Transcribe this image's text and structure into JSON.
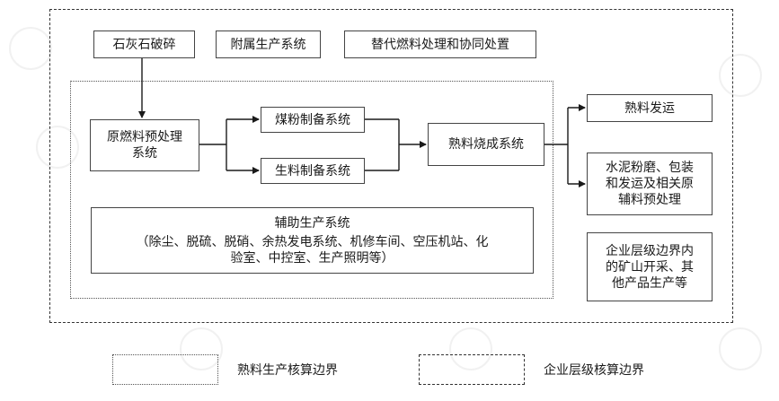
{
  "nodes": {
    "limestone_crushing": "石灰石破碎",
    "auxiliary_production_system": "附属生产系统",
    "alternative_fuel": "替代燃料处理和协同处置",
    "raw_fuel_pretreatment": [
      "原燃料预处理",
      "系统"
    ],
    "coal_mill_system": "煤粉制备系统",
    "raw_meal_system": "生料制备系统",
    "clinker_burning_system": "熟料烧成系统",
    "auxiliary_system_title": "辅助生产系统",
    "auxiliary_system_detail": [
      "（除尘、脱硫、脱硝、余热发电系统、机修车间、空压机站、化",
      "验室、中控室、生产照明等）"
    ],
    "clinker_dispatch": "熟料发运",
    "cement_grinding": [
      "水泥粉磨、包装",
      "和发运及相关原",
      "辅料预处理"
    ],
    "enterprise_mining": [
      "企业层级边界内",
      "的矿山开采、其",
      "他产品生产等"
    ]
  },
  "legend": {
    "clinker_boundary": "熟料生产核算边界",
    "enterprise_boundary": "企业层级核算边界"
  },
  "colors": {
    "line": "#333333",
    "watermark": "#f1f1f1"
  }
}
